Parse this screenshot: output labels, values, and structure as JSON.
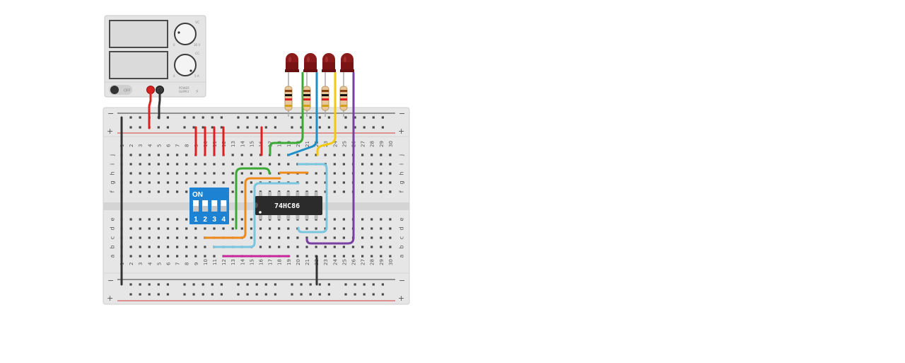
{
  "power_supply": {
    "knob1_label": "VC",
    "knob1_min": "0",
    "knob1_max": "30 V",
    "knob2_label": "CC",
    "knob2_min": "0",
    "knob2_max": "5 A",
    "switch_label": "OFF",
    "brand_line1": "POWER",
    "brand_line2": "SUPPLY"
  },
  "breadboard": {
    "columns": [
      "1",
      "2",
      "3",
      "4",
      "5",
      "6",
      "7",
      "8",
      "9",
      "10",
      "11",
      "12",
      "13",
      "14",
      "15",
      "16",
      "17",
      "18",
      "19",
      "20",
      "21",
      "22",
      "23",
      "24",
      "25",
      "26",
      "27",
      "28",
      "29",
      "30"
    ],
    "rows_top": [
      "j",
      "i",
      "h",
      "g",
      "f"
    ],
    "rows_bottom": [
      "e",
      "d",
      "c",
      "b",
      "a"
    ],
    "rail_minus": "−",
    "rail_plus": "+"
  },
  "dip_switch": {
    "on_label": "ON",
    "switch_numbers": [
      "1",
      "2",
      "3",
      "4"
    ]
  },
  "chip": {
    "part_number": "74HC86"
  },
  "colors": {
    "red_wire": "#e02020",
    "black_wire": "#333333",
    "green_wire": "#3aaa35",
    "blue_wire": "#1e90c8",
    "yellow_wire": "#f2c811",
    "purple_wire": "#7a3fa0",
    "orange_wire": "#ee8a1c",
    "light_blue_wire": "#79c6e0",
    "magenta_wire": "#c8289b",
    "led_body": "#8b1a1a",
    "dip_body": "#1e82d2",
    "chip_body": "#2b2b2b",
    "breadboard_body": "#e6e6e6"
  }
}
